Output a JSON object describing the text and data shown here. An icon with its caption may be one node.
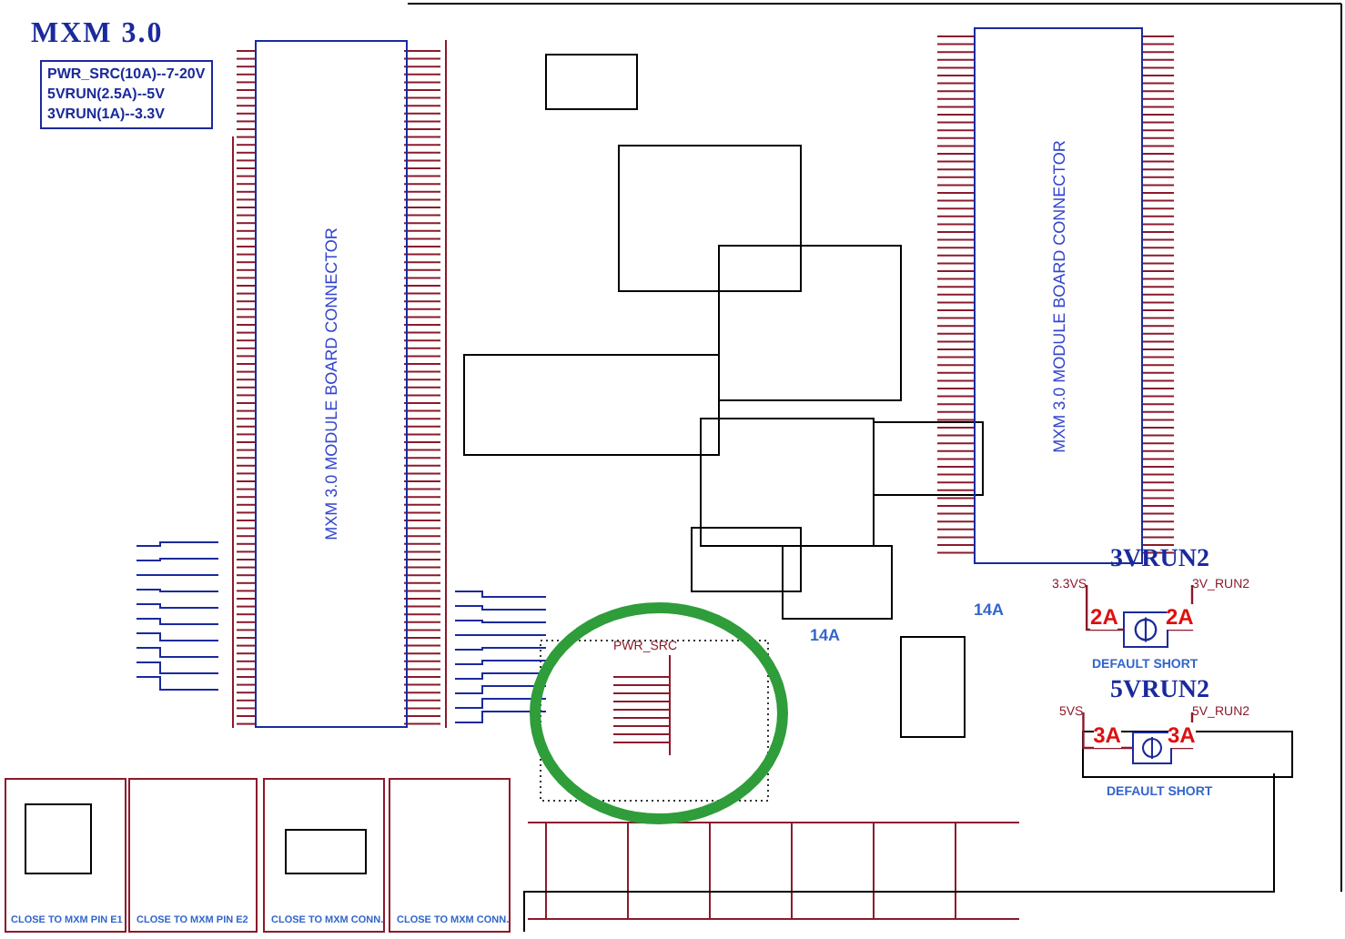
{
  "diagram": {
    "title": "MXM 3.0",
    "nodes": [
      {
        "text": [
          "PWR_SRC(10A)--7-20V",
          "5VRUN(2.5A)--5V",
          "3VRUN(1A)--3.3V"
        ]
      },
      {
        "text": [
          "MXM 3.0 MODULE BOARD CONNECTOR"
        ]
      },
      {
        "text": [
          "MXM 3.0 MODULE BOARD CONNECTOR"
        ]
      },
      {
        "text": [
          "PWR_SRC"
        ]
      },
      {
        "text": [],
        "shape": "box"
      },
      {
        "text": [
          "3.3VS"
        ]
      },
      {
        "text": [
          "3V_RUN2"
        ]
      },
      {
        "text": [],
        "shape": "box"
      },
      {
        "text": [
          "5VS"
        ]
      },
      {
        "text": [
          "5V_RUN2"
        ]
      }
    ],
    "edges": [
      {
        "from": 5,
        "to": 4,
        "arrow": "none",
        "label": "2A"
      },
      {
        "from": 4,
        "to": 6,
        "arrow": "none",
        "label": "2A"
      },
      {
        "from": 8,
        "to": 7,
        "arrow": "none",
        "label": "3A"
      },
      {
        "from": 7,
        "to": 9,
        "arrow": "none",
        "label": "3A"
      }
    ],
    "labels": [
      "3VRUN2",
      "DEFAULT SHORT",
      "5VRUN2",
      "DEFAULT SHORT",
      "14A",
      "14A",
      "CLOSE TO MXM PIN E1",
      "CLOSE TO MXM PIN E2",
      "CLOSE TO MXM CONN.",
      "CLOSE TO MXM CONN."
    ]
  }
}
